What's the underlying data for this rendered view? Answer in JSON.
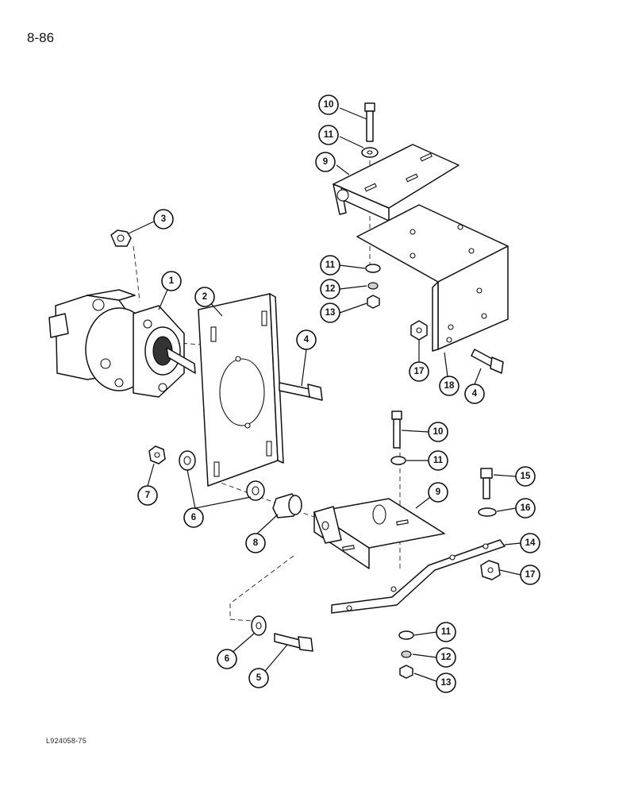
{
  "page": {
    "number": "8-86",
    "figure_code": "L924058-75"
  },
  "callouts": [
    "1",
    "2",
    "3",
    "4",
    "4",
    "5",
    "6",
    "6",
    "7",
    "8",
    "9",
    "9",
    "10",
    "10",
    "11",
    "11",
    "11",
    "11",
    "12",
    "12",
    "13",
    "13",
    "14",
    "15",
    "16",
    "17",
    "17",
    "18"
  ]
}
